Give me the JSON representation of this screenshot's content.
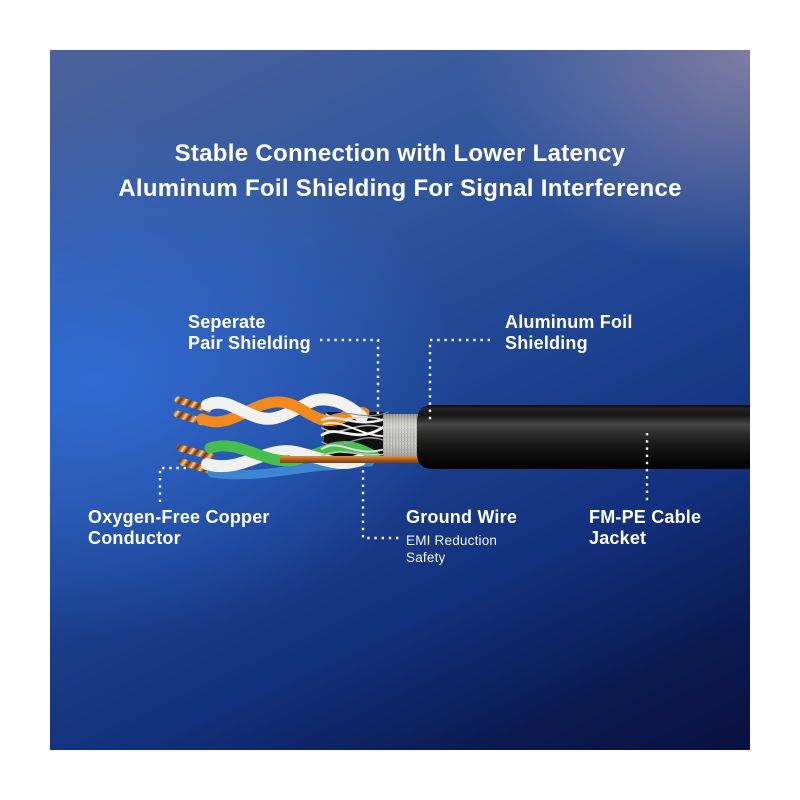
{
  "title": {
    "line1": "Stable Connection with Lower Latency",
    "line2": "Aluminum Foil Shielding For Signal Interference"
  },
  "callouts": {
    "separate_pair_shielding": {
      "line1": "Seperate",
      "line2": "Pair Shielding"
    },
    "aluminum_foil_shielding": {
      "line1": "Aluminum Foil",
      "line2": "Shielding"
    },
    "oxygen_free_copper": {
      "line1": "Oxygen-Free Copper",
      "line2": "Conductor"
    },
    "ground_wire": {
      "title": "Ground Wire",
      "sub_line1": "EMI Reduction",
      "sub_line2": "Safety"
    },
    "fm_pe_cable_jacket": {
      "line1": "FM-PE Cable",
      "line2": "Jacket"
    }
  },
  "colors": {
    "background_bright_blue": "#2f6ad3",
    "background_top_left": "#4b639c",
    "background_top_right_purple": "#6f6d96",
    "background_bottom_dark": "#0a1140",
    "text": "#ffffff",
    "leader_dots": "#ffffff",
    "cable_jacket_black": "#121212",
    "braid_band_gray": "#cfcfcb",
    "foil_strand_silver": "#e8e8e8",
    "copper": "#c98443",
    "wire_orange": "#f08a1e",
    "wire_white": "#f2f2f0",
    "wire_green": "#46bf4e",
    "wire_blue": "#3c86d2",
    "ground_wire_copper": "#b05f1d"
  }
}
